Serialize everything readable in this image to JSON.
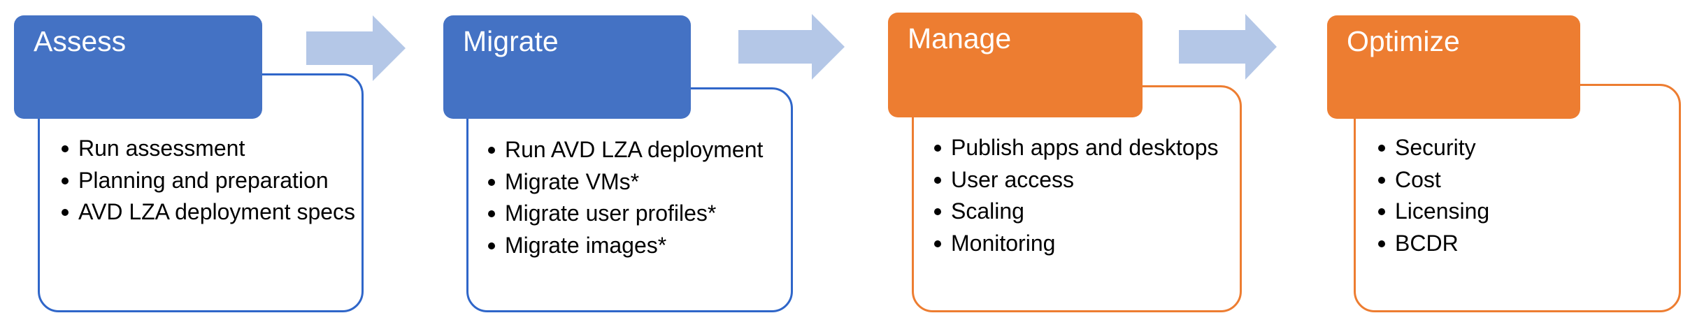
{
  "colors": {
    "blue_fill": "#4472c4",
    "blue_border": "#2f66c9",
    "orange_fill": "#ed7d31",
    "orange_border": "#ed7d31",
    "arrow_fill": "#b4c7e7"
  },
  "stages": [
    {
      "title": "Assess",
      "items": [
        "Run assessment",
        "Planning and preparation",
        "AVD LZA deployment specs"
      ]
    },
    {
      "title": "Migrate",
      "items": [
        "Run AVD LZA deployment",
        "Migrate VMs*",
        "Migrate user profiles*",
        "Migrate images*"
      ]
    },
    {
      "title": "Manage",
      "items": [
        "Publish apps and desktops",
        "User access",
        "Scaling",
        "Monitoring"
      ]
    },
    {
      "title": "Optimize",
      "items": [
        "Security",
        "Cost",
        "Licensing",
        "BCDR"
      ]
    }
  ],
  "arrows": [
    "right-arrow",
    "right-arrow",
    "right-arrow"
  ]
}
